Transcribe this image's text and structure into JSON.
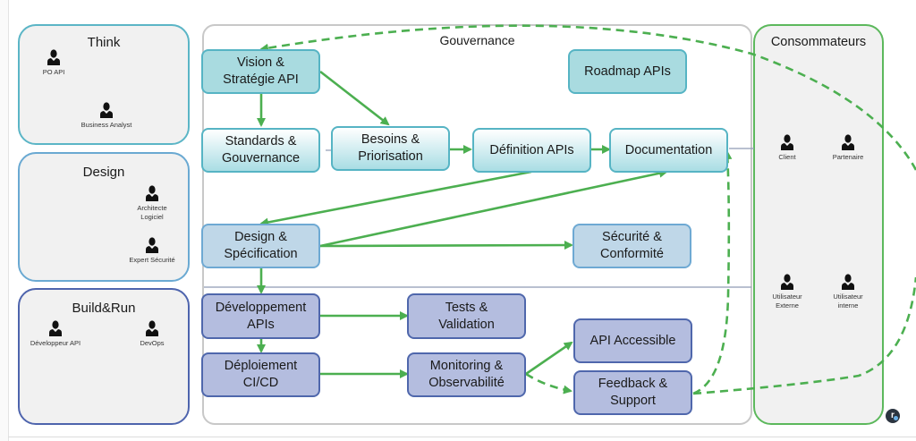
{
  "roles": [
    {
      "title": "Think",
      "border_color": "#5bb5c6",
      "people": [
        {
          "label": "PO API"
        },
        {
          "label": "Business Analyst"
        }
      ]
    },
    {
      "title": "Design",
      "border_color": "#6aa9d2",
      "people": [
        {
          "label": "Architecte\nLogiciel"
        },
        {
          "label": "Expert Sécurité"
        }
      ]
    },
    {
      "title": "Build&Run",
      "border_color": "#4e64ad",
      "people": [
        {
          "label": "Développeur API"
        },
        {
          "label": "DevOps"
        }
      ]
    }
  ],
  "governance": {
    "title": "Gouvernance",
    "nodes": {
      "vision": "Vision &\nStratégie API",
      "roadmap": "Roadmap APIs",
      "standards": "Standards &\nGouvernance",
      "besoins": "Besoins &\nPriorisation",
      "definition": "Définition APIs",
      "documentation": "Documentation",
      "design": "Design &\nSpécification",
      "securite": "Sécurité &\nConformité",
      "developpement": "Développement\nAPIs",
      "tests": "Tests &\nValidation",
      "deploiement": "Déploiement\nCI/CD",
      "monitoring": "Monitoring &\nObservabilité",
      "accessible": "API Accessible",
      "feedback": "Feedback &\nSupport"
    }
  },
  "consumers": {
    "title": "Consommateurs",
    "border_color": "#5cb85c",
    "people": [
      {
        "label": "Client"
      },
      {
        "label": "Partenaire"
      },
      {
        "label": "Utilisateur\nExterne"
      },
      {
        "label": "Utilisateur\ninterne"
      }
    ]
  },
  "colors": {
    "arrow": "#4caf50",
    "separator": "#8f9bb5"
  }
}
